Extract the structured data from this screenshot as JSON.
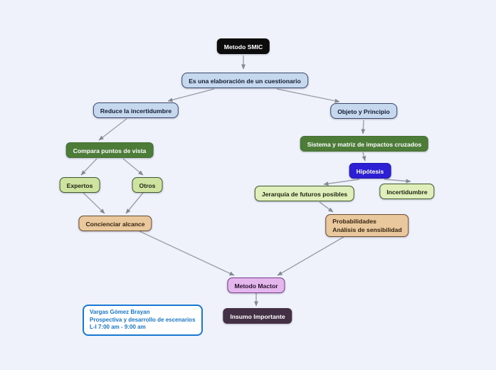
{
  "canvas": {
    "background_color": "#eff2fb",
    "edge_color": "#9aa0a9"
  },
  "palette": {
    "black_node": "#0c0c0c",
    "blue_node_fill": "#c6d8ee",
    "blue_node_border": "#39486b",
    "dark_green_node": "#4c7c38",
    "light_green_fill": "#cfe3a0",
    "pale_green_fill": "#dfeebb",
    "green_border": "#3f5a2d",
    "royal_blue_node": "#2c1fd4",
    "tan_fill": "#eac89e",
    "tan_border": "#6a4c33",
    "orchid_fill": "#e3b7eb",
    "orchid_border": "#7a3b90",
    "plum_node": "#443044",
    "credit_blue": "#1977d2"
  },
  "nodes": {
    "smic": {
      "label": "Metodo SMIC"
    },
    "cuestionario": {
      "label": "Es una elaboración de un cuestionario"
    },
    "reduce": {
      "label": "Reduce la incertidumbre"
    },
    "objeto": {
      "label": "Objeto y Principio"
    },
    "compara": {
      "label": "Compara puntos de vista"
    },
    "sistema": {
      "label": "Sistema y matriz de impactos cruzados"
    },
    "hipotesis": {
      "label": "Hipótesis"
    },
    "expertos": {
      "label": "Expertos"
    },
    "otros": {
      "label": "Otros"
    },
    "jerarquia": {
      "label": "Jerarquía de futuros posibles"
    },
    "incertidumbre": {
      "label": "Incertidumbre"
    },
    "concienciar": {
      "label": "Concienciar alcance"
    },
    "probabilidades": {
      "line1": "Probabilidades",
      "line2": "Análisis de sensibilidad"
    },
    "mactor": {
      "label": "Metodo Mactor"
    },
    "insumo": {
      "label": "Insumo Importante"
    }
  },
  "edges": [
    {
      "from": "smic",
      "to": "cuestionario"
    },
    {
      "from": "cuestionario",
      "to": "reduce"
    },
    {
      "from": "cuestionario",
      "to": "objeto"
    },
    {
      "from": "reduce",
      "to": "compara"
    },
    {
      "from": "compara",
      "to": "expertos"
    },
    {
      "from": "compara",
      "to": "otros"
    },
    {
      "from": "expertos",
      "to": "concienciar"
    },
    {
      "from": "otros",
      "to": "concienciar"
    },
    {
      "from": "objeto",
      "to": "sistema"
    },
    {
      "from": "sistema",
      "to": "hipotesis"
    },
    {
      "from": "hipotesis",
      "to": "jerarquia"
    },
    {
      "from": "hipotesis",
      "to": "incertidumbre"
    },
    {
      "from": "jerarquia",
      "to": "probabilidades"
    },
    {
      "from": "concienciar",
      "to": "mactor"
    },
    {
      "from": "probabilidades",
      "to": "mactor"
    },
    {
      "from": "mactor",
      "to": "insumo"
    }
  ],
  "credit": {
    "line1": "Vargas Gómez Brayan",
    "line2": "Prospectiva y desarrollo de escenarios",
    "line3": "L-I 7:00 am - 9:00 am"
  }
}
